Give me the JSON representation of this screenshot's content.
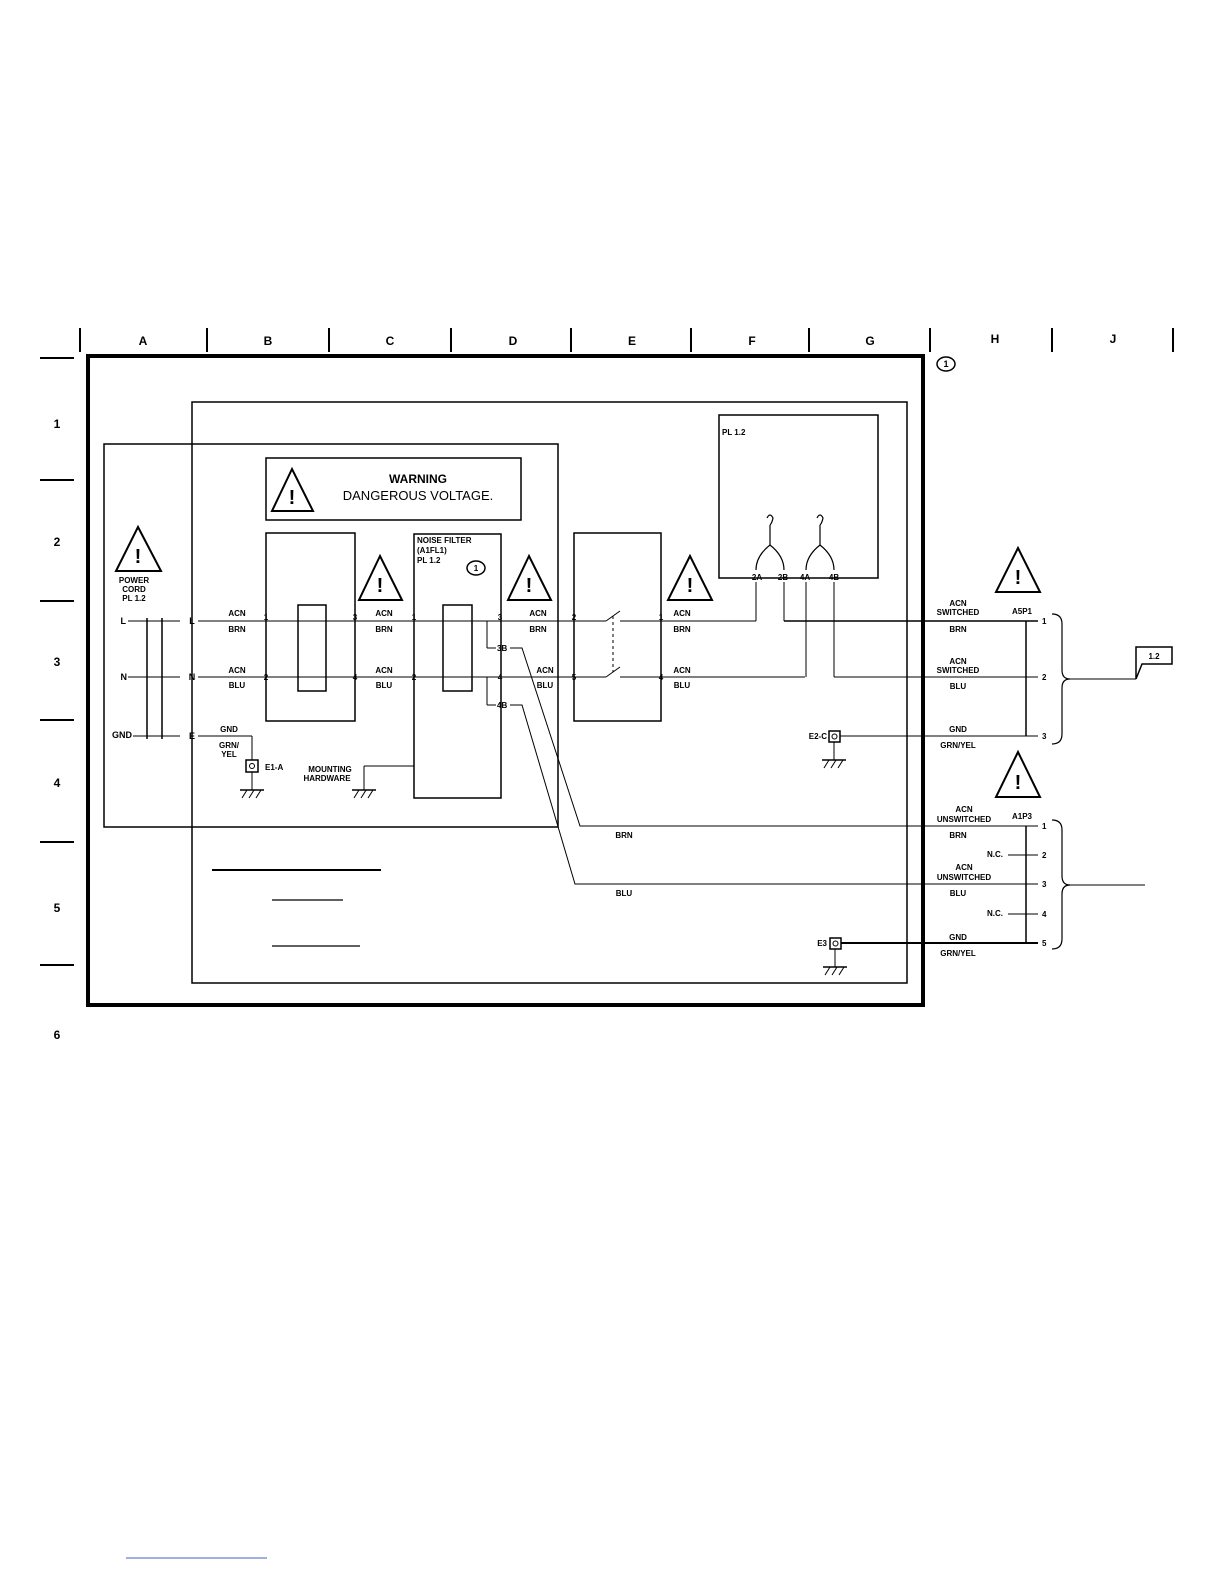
{
  "columns": [
    "A",
    "B",
    "C",
    "D",
    "E",
    "F",
    "G",
    "H",
    "J"
  ],
  "rows": [
    "1",
    "2",
    "3",
    "4",
    "5",
    "6"
  ],
  "note_callout": "1",
  "warning_box": {
    "title": "WARNING",
    "text": "DANGEROUS VOLTAGE."
  },
  "warning_symbol": "!",
  "power_cord": {
    "label": "POWER CORD PL 1.2",
    "line1": "POWER",
    "line2": "CORD",
    "line3": "PL 1.2",
    "pins": [
      "L",
      "N",
      "GND"
    ],
    "inlet_pins": [
      "L",
      "N",
      "E"
    ]
  },
  "ground_e1": {
    "wire_top": "GND",
    "wire_bot1": "GRN/",
    "wire_bot2": "YEL",
    "ref": "E1-A"
  },
  "mounting": {
    "line1": "MOUNTING",
    "line2": "HARDWARE"
  },
  "noise_filter": {
    "line1": "NOISE FILTER",
    "line2": "(A1FL1)",
    "line3": "PL 1.2",
    "note": "1",
    "pin_3b": "3B",
    "pin_4b": "4B"
  },
  "wires": {
    "acn": "ACN",
    "brn": "BRN",
    "blu": "BLU"
  },
  "pin_numbers": {
    "p1": "1",
    "p2": "2",
    "p3": "3",
    "p4": "4",
    "p5": "5"
  },
  "pl12": {
    "label": "PL 1.2",
    "pins": [
      "2A",
      "2B",
      "4A",
      "4B"
    ]
  },
  "a5p1": {
    "ref": "A5P1",
    "acn_switched_1": "ACN",
    "acn_switched_2": "SWITCHED",
    "gnd": "GND",
    "grn_yel": "GRN/YEL"
  },
  "a1p3": {
    "ref": "A1P3",
    "acn_unswitched_1": "ACN",
    "acn_unswitched_2": "UNSWITCHED",
    "nc": "N.C.",
    "gnd": "GND",
    "grn_yel": "GRN/YEL"
  },
  "grounds": {
    "e2c": "E2-C",
    "e3": "E3"
  },
  "offpage_ref": "1.2"
}
